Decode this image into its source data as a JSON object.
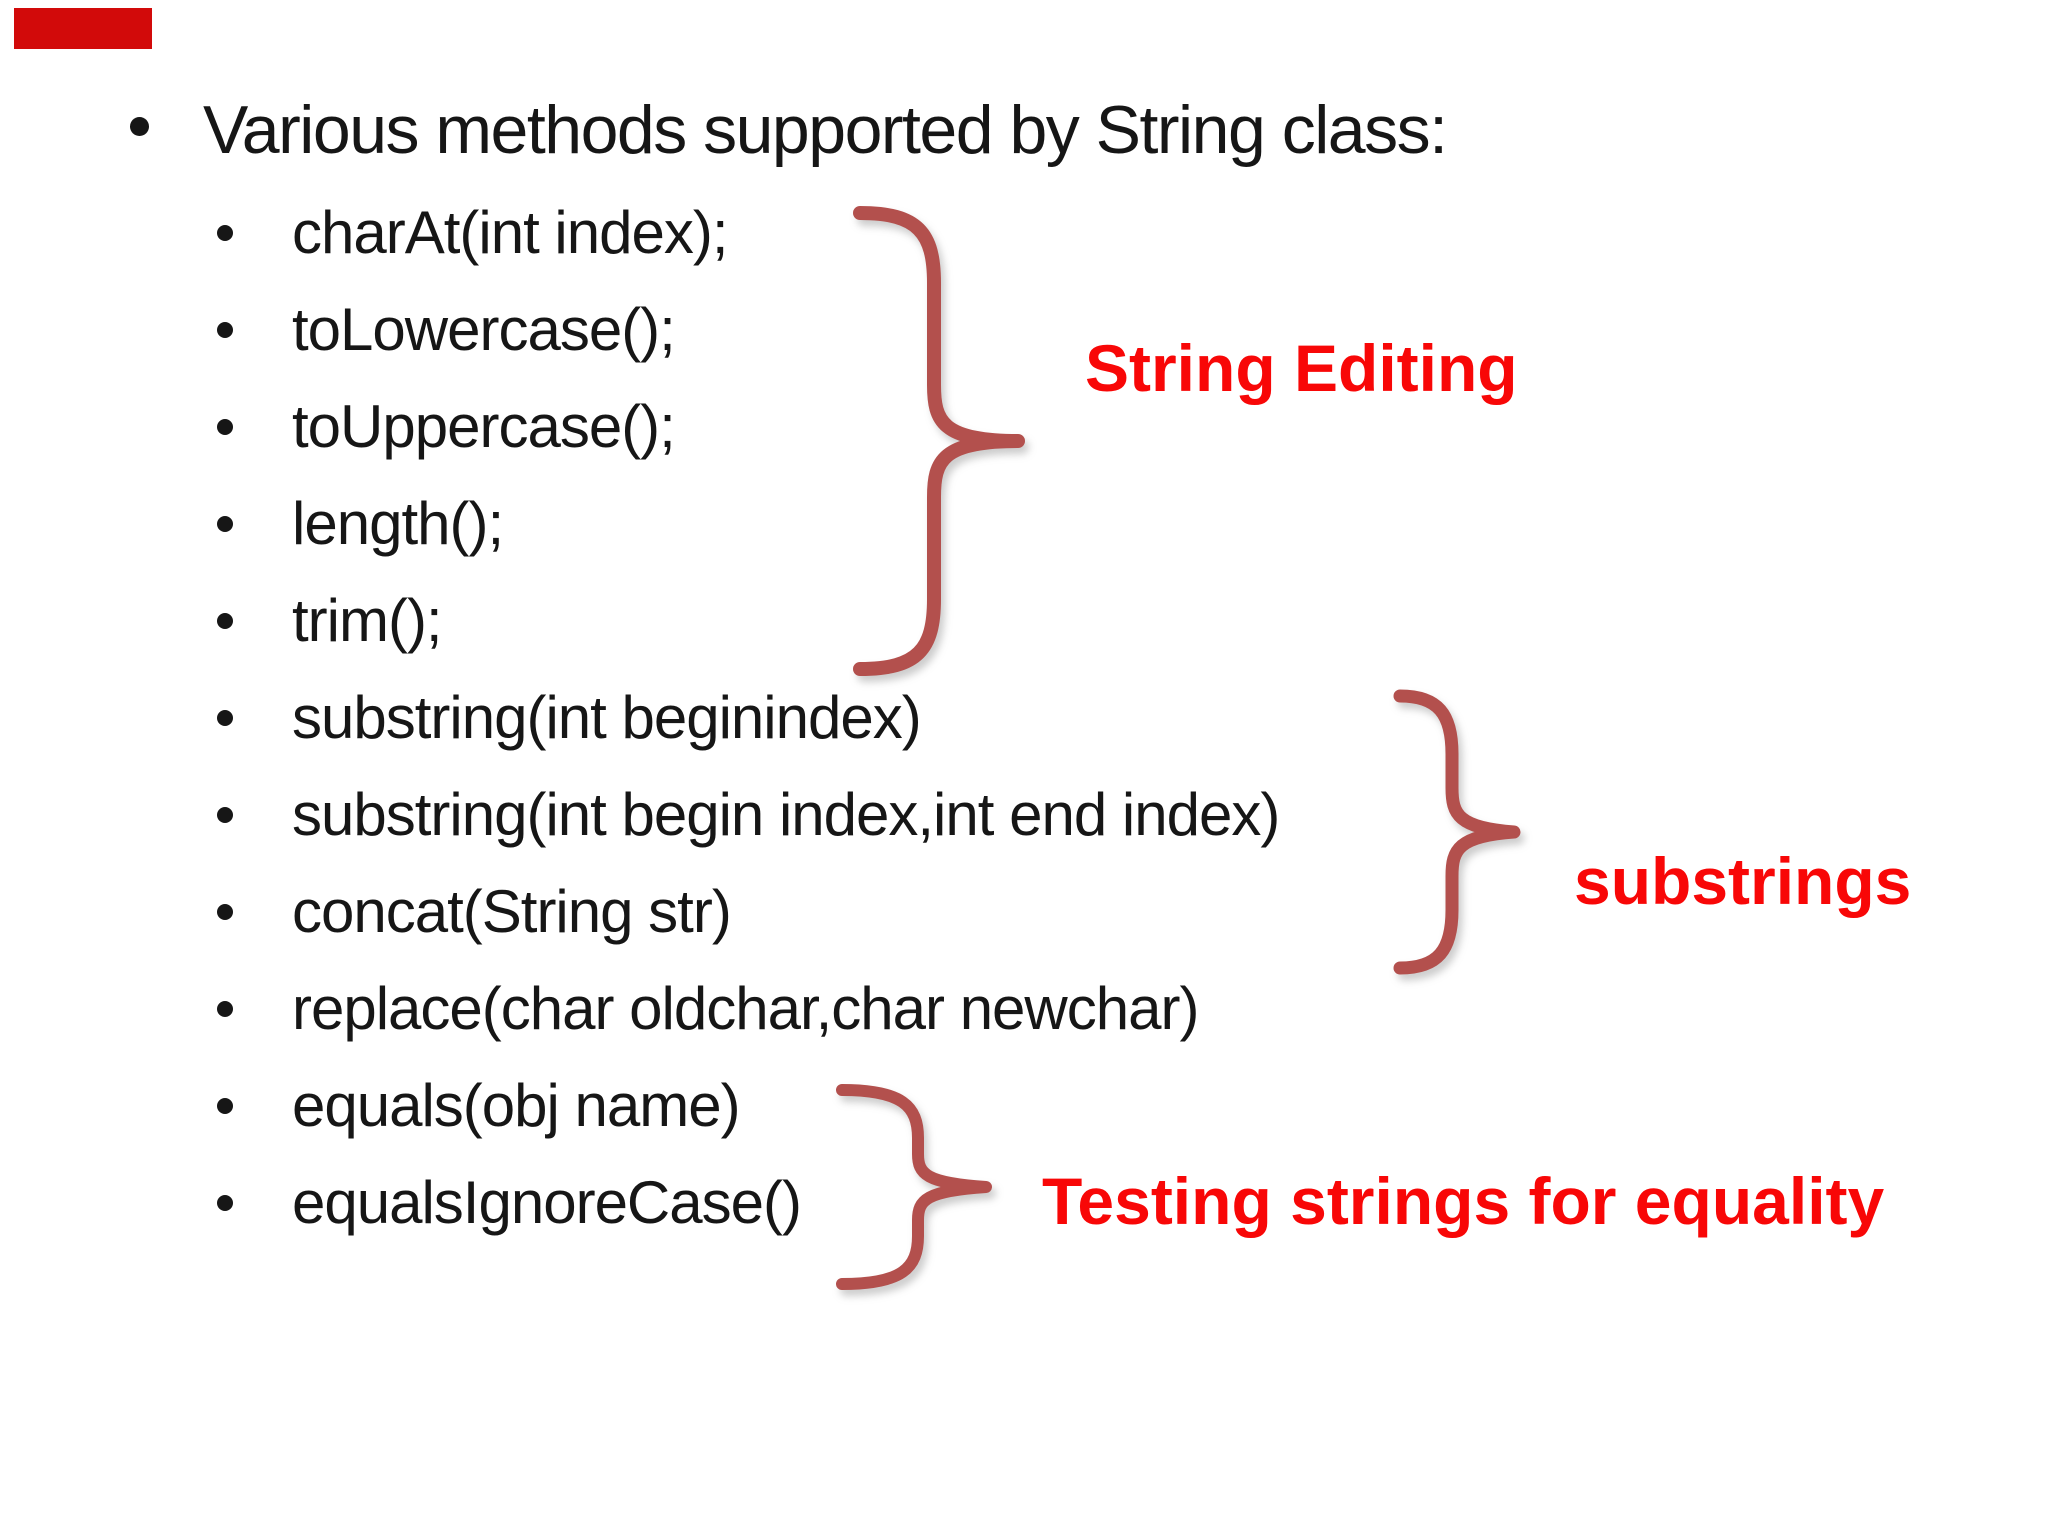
{
  "theme": {
    "background": "#ffffff",
    "text_black": "#161616",
    "label_red": "#f80707",
    "brace_red": "#b3504d",
    "corner_red": "#d20a0a"
  },
  "title": {
    "text": "Various methods supported by String class:"
  },
  "list": {
    "items": [
      "charAt(int index);",
      "toLowercase();",
      "toUppercase();",
      "length();",
      "trim();",
      "substring(int beginindex)",
      "substring(int begin index,int end index)",
      "concat(String str)",
      "replace(char oldchar,char newchar)",
      "equals(obj name)",
      "equalsIgnoreCase()"
    ]
  },
  "groups": [
    {
      "id": "string-editing",
      "label": "String Editing"
    },
    {
      "id": "substrings",
      "label": "substrings"
    },
    {
      "id": "testing-equality",
      "label": "Testing strings for equality"
    }
  ]
}
